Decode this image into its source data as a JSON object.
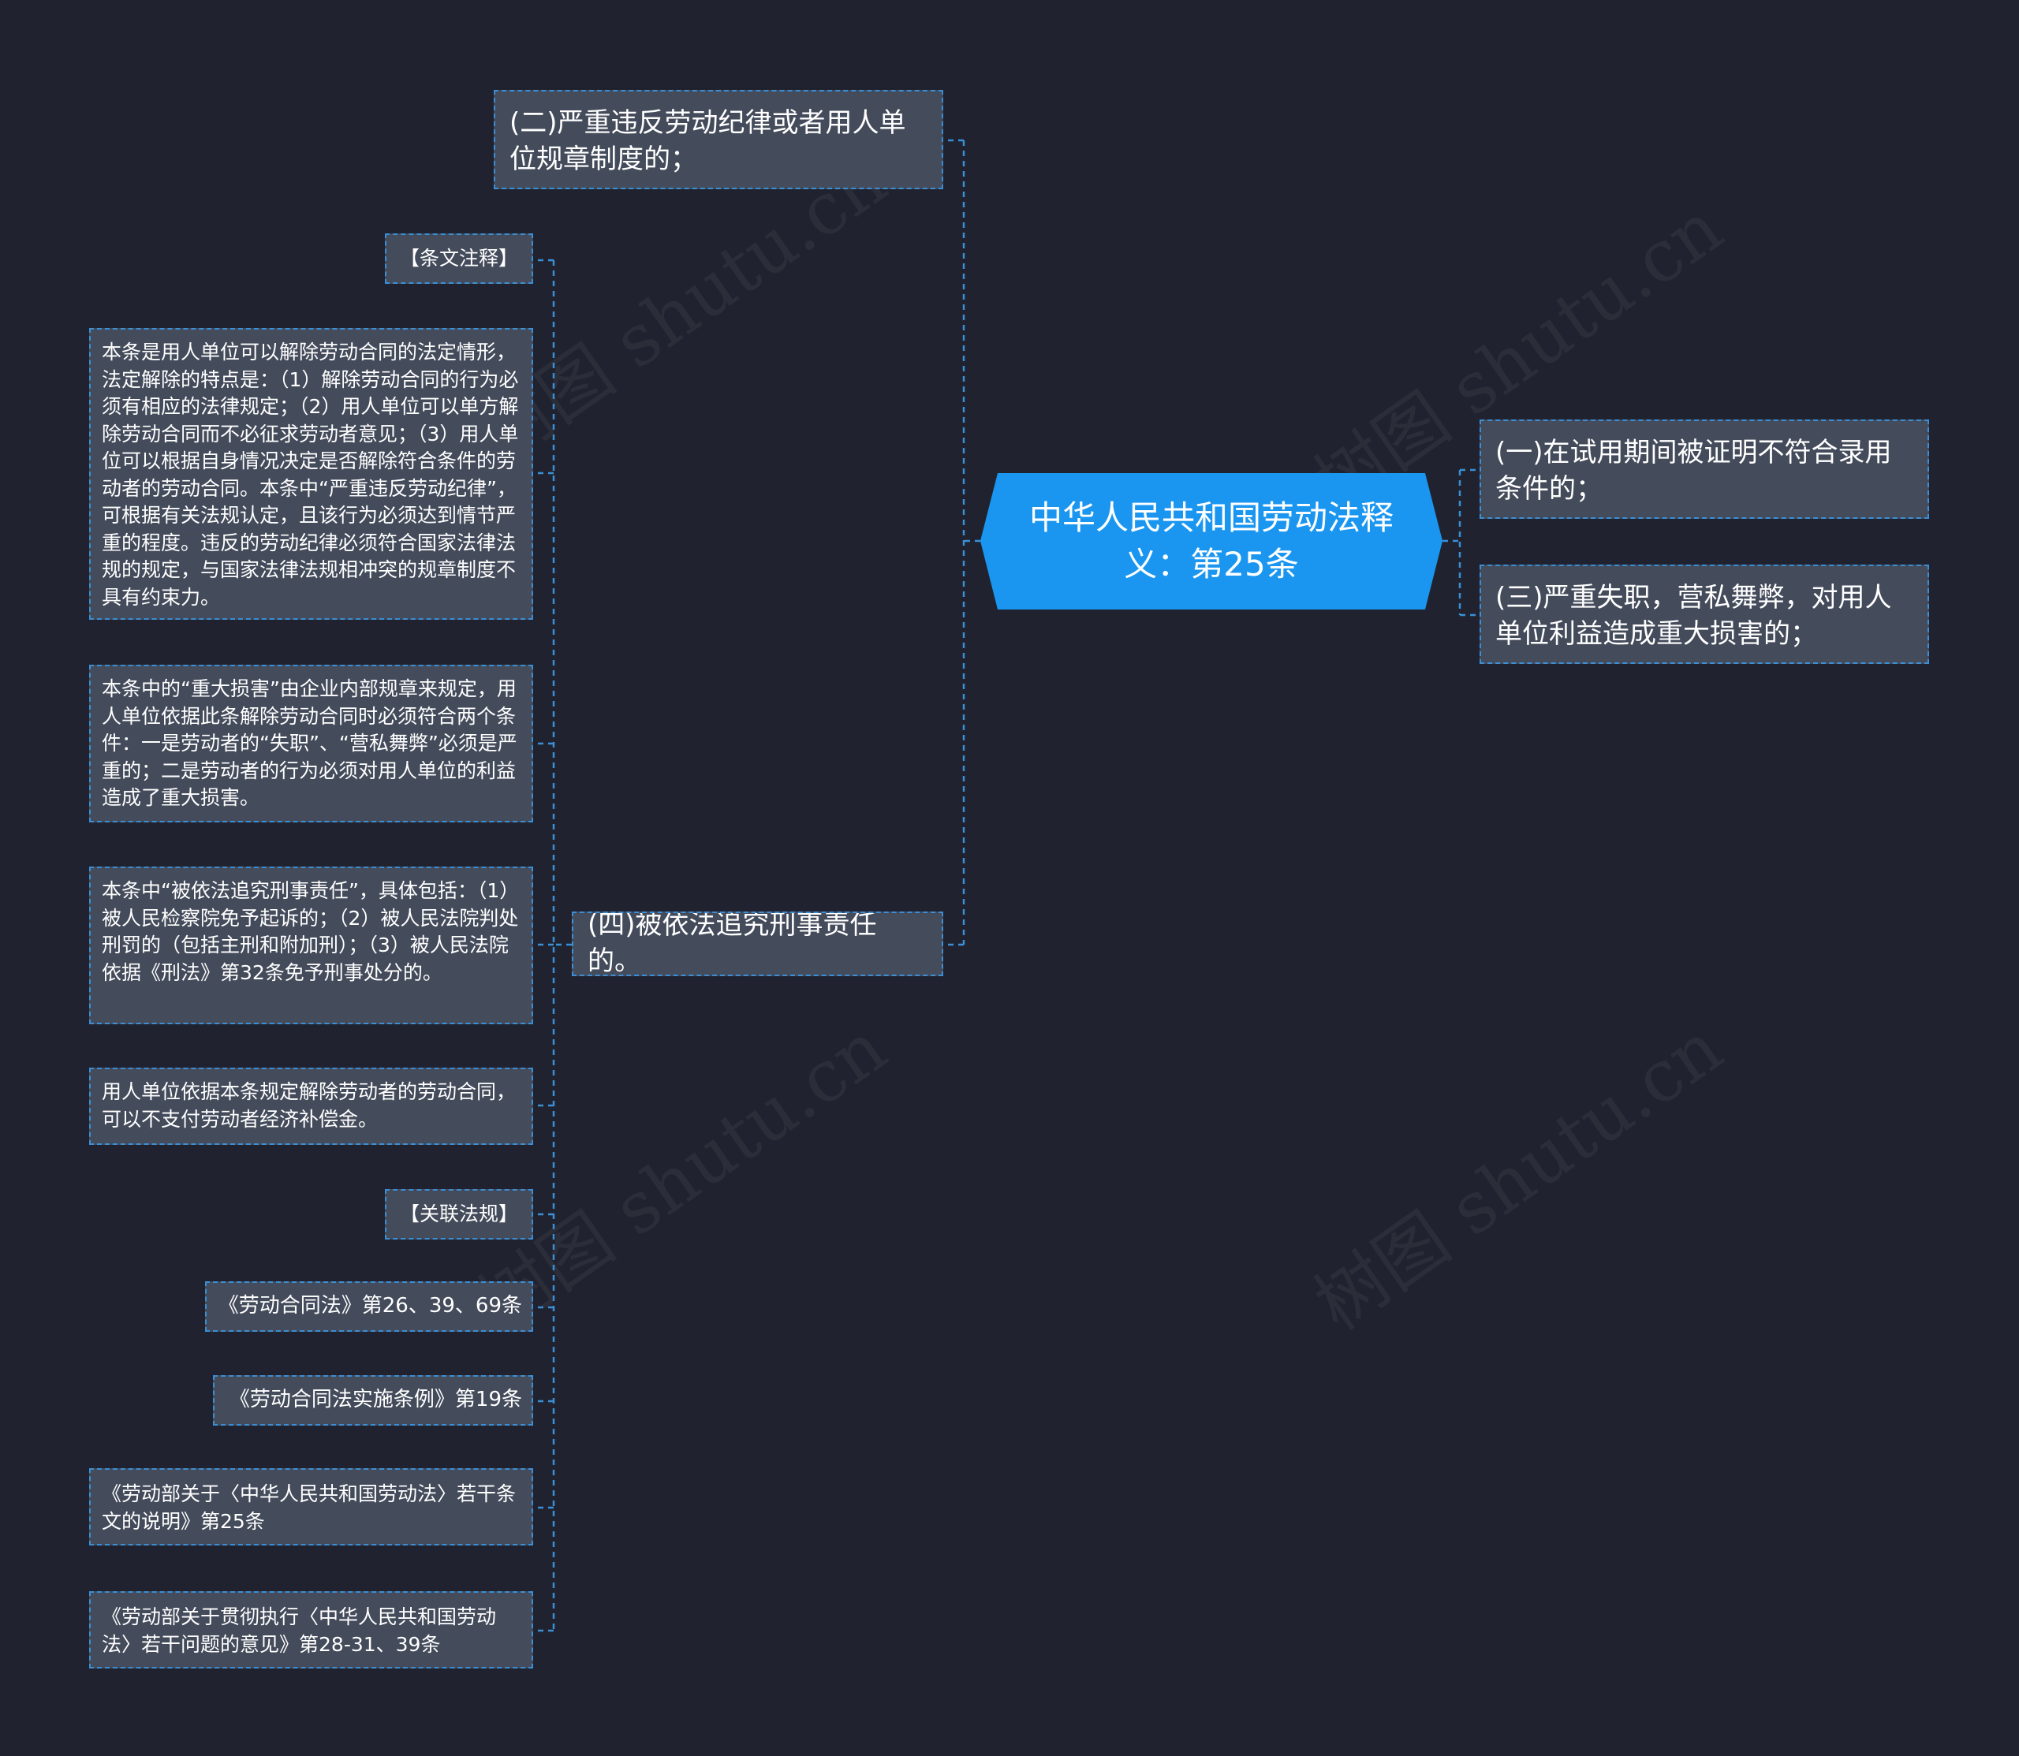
{
  "root": {
    "label": "中华人民共和国劳动法释义：第25条"
  },
  "right_branches": [
    {
      "label": "(一)在试用期间被证明不符合录用条件的；"
    },
    {
      "label": "(三)严重失职，营私舞弊，对用人单位利益造成重大损害的；"
    }
  ],
  "left_branches": [
    {
      "label": "(二)严重违反劳动纪律或者用人单位规章制度的；"
    },
    {
      "label": "(四)被依法追究刑事责任的。"
    }
  ],
  "children": {
    "annotation_tag": "【条文注释】",
    "note_1": "本条是用人单位可以解除劳动合同的法定情形，法定解除的特点是：（1）解除劳动合同的行为必须有相应的法律规定；（2）用人单位可以单方解除劳动合同而不必征求劳动者意见；（3）用人单位可以根据自身情况决定是否解除符合条件的劳动者的劳动合同。本条中“严重违反劳动纪律”，可根据有关法规认定，且该行为必须达到情节严重的程度。违反的劳动纪律必须符合国家法律法规的规定，与国家法律法规相冲突的规章制度不具有约束力。",
    "note_2": "本条中的“重大损害”由企业内部规章来规定，用人单位依据此条解除劳动合同时必须符合两个条件：一是劳动者的“失职”、“营私舞弊”必须是严重的；二是劳动者的行为必须对用人单位的利益造成了重大损害。",
    "note_3": "本条中“被依法追究刑事责任”，具体包括：（1）被人民检察院免予起诉的；（2）被人民法院判处刑罚的（包括主刑和附加刑）；（3）被人民法院依据《刑法》第32条免予刑事处分的。",
    "note_4": "用人单位依据本条规定解除劳动者的劳动合同，可以不支付劳动者经济补偿金。",
    "related_tag": "【关联法规】",
    "ref_1": "《劳动合同法》第26、39、69条",
    "ref_2": "《劳动合同法实施条例》第19条",
    "ref_3": "《劳动部关于〈中华人民共和国劳动法〉若干条文的说明》第25条",
    "ref_4": "《劳动部关于贯彻执行〈中华人民共和国劳动法〉若干问题的意见》第28-31、39条"
  },
  "watermark": "树图 shutu.cn",
  "colors": {
    "background": "#20232f",
    "root_fill": "#1a96f0",
    "node_fill": "#444b5b",
    "link": "#3a8fd6"
  }
}
